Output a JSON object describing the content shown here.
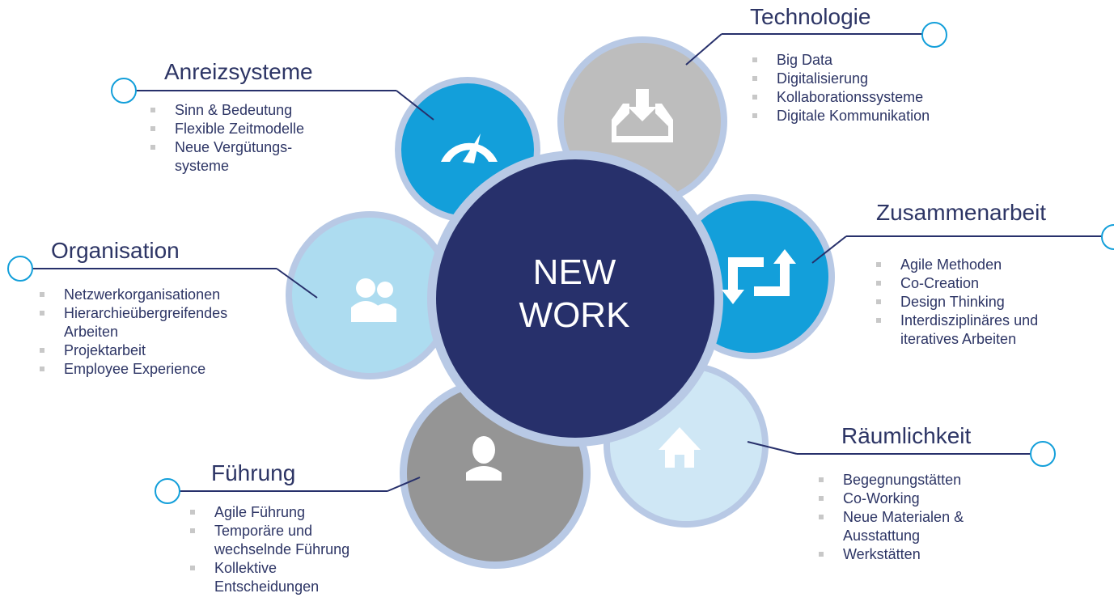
{
  "center": {
    "line1": "NEW",
    "line2": "WORK"
  },
  "colors": {
    "center": "#27306b",
    "ring": "#b8c9e5",
    "anreiz": "#139fda",
    "technologie": "#bdbdbd",
    "zusammen": "#139fda",
    "raeumlich": "#cfe7f5",
    "fuehrung": "#959595",
    "organisation": "#addcf0",
    "text": "#2d3565"
  },
  "sections": {
    "anreizsysteme": {
      "title": "Anreizsysteme",
      "icon": "speedometer-icon",
      "items": [
        "Sinn & Bedeutung",
        "Flexible Zeitmodelle",
        "Neue Vergütungs-",
        "systeme"
      ]
    },
    "technologie": {
      "title": "Technologie",
      "icon": "inbox-download-icon",
      "items": [
        "Big Data",
        "Digitalisierung",
        "Kollaborationssysteme",
        "Digitale Kommunikation"
      ]
    },
    "organisation": {
      "title": "Organisation",
      "icon": "users-icon",
      "items": [
        "Netzwerkorganisationen",
        "Hierarchieübergreifendes",
        "Arbeiten",
        "Projektarbeit",
        "Employee Experience"
      ]
    },
    "zusammenarbeit": {
      "title": "Zusammenarbeit",
      "icon": "retweet-icon",
      "items": [
        "Agile Methoden",
        "Co-Creation",
        "Design Thinking",
        "Interdisziplinäres und",
        "iteratives Arbeiten"
      ]
    },
    "raeumlichkeit": {
      "title": "Räumlichkeit",
      "icon": "home-icon",
      "items": [
        "Begegnungstätten",
        "Co-Working",
        "Neue Materialen &",
        "Ausstattung",
        "Werkstätten"
      ]
    },
    "fuehrung": {
      "title": "Führung",
      "icon": "user-icon",
      "items": [
        "Agile Führung",
        "Temporäre und",
        "wechselnde Führung",
        "Kollektive",
        "Entscheidungen"
      ]
    }
  }
}
